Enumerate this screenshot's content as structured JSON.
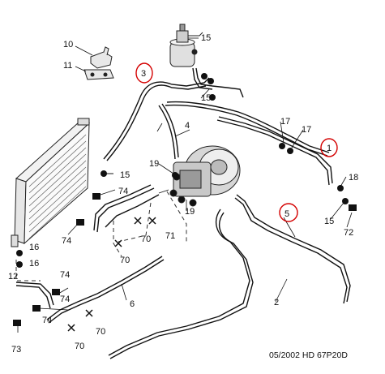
{
  "diagram": {
    "footer": "05/2002  HD 67P20D",
    "circle_color": "#d40000",
    "labels": {
      "l1": "1",
      "l2": "2",
      "l3": "3",
      "l4": "4",
      "l5": "5",
      "l6": "6",
      "l10": "10",
      "l11": "11",
      "l12": "12",
      "l15a": "15",
      "l15b": "15",
      "l15c": "15",
      "l15d": "15",
      "l16a": "16",
      "l16b": "16",
      "l17a": "17",
      "l17b": "17",
      "l18": "18",
      "l19a": "19",
      "l19b": "19",
      "l70a": "70",
      "l70b": "70",
      "l70c": "70",
      "l70d": "70",
      "l71": "71",
      "l72": "72",
      "l73": "73",
      "l74a": "74",
      "l74b": "74",
      "l74c": "74",
      "l74d": "74",
      "l74e": "74"
    }
  }
}
